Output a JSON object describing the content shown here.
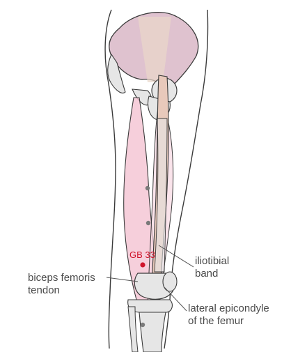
{
  "point": {
    "label": "GB 33",
    "color": "#d0142c"
  },
  "labels": {
    "iliotibial_band": [
      "iliotibial",
      "band"
    ],
    "biceps_femoris_tendon": [
      "biceps femoris",
      "tendon"
    ],
    "lateral_epicondyle": [
      "lateral epicondyle",
      "of the femur"
    ]
  },
  "colors": {
    "outline": "#3a3a3a",
    "bone_fill": "#e6e6e6",
    "muscle_fill": "#f4c3d2",
    "band_fill": "#e8c9bb",
    "pelvis_fill": "#c58fa8",
    "leader": "#555555",
    "marker": "#7a7a7a"
  }
}
